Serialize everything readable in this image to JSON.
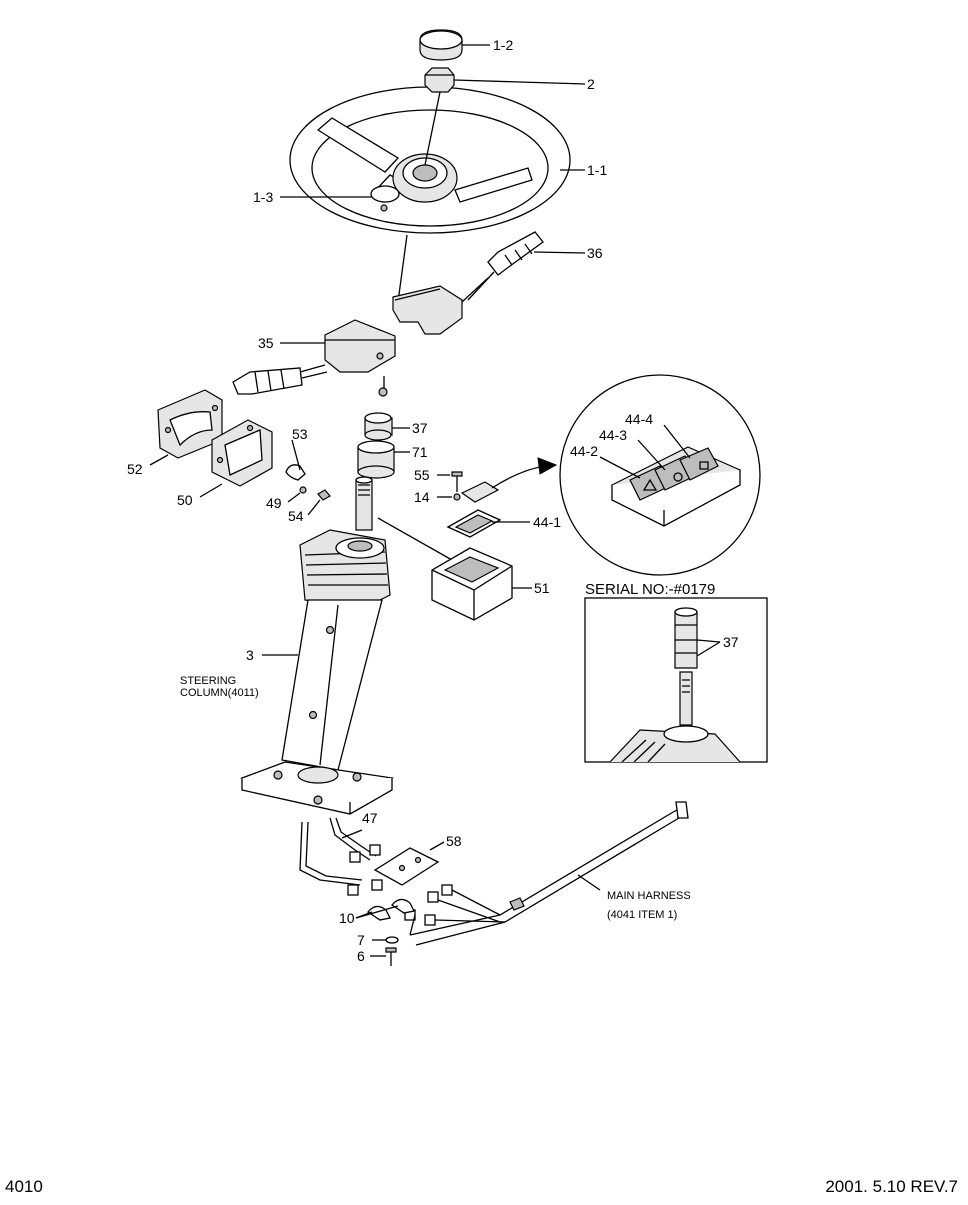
{
  "callouts": {
    "c_1_2": "1-2",
    "c_2": "2",
    "c_1_1": "1-1",
    "c_1_3": "1-3",
    "c_36": "36",
    "c_35": "35",
    "c_37": "37",
    "c_71": "71",
    "c_53": "53",
    "c_52": "52",
    "c_50": "50",
    "c_49": "49",
    "c_54": "54",
    "c_55": "55",
    "c_14": "14",
    "c_44_1": "44-1",
    "c_44_2": "44-2",
    "c_44_3": "44-3",
    "c_44_4": "44-4",
    "c_51": "51",
    "c_3": "3",
    "c_47": "47",
    "c_58": "58",
    "c_10": "10",
    "c_7": "7",
    "c_6": "6",
    "c_37_inset": "37"
  },
  "notes": {
    "steering_line1": "STEERING",
    "steering_line2": "COLUMN(4011)",
    "harness_line1": "MAIN HARNESS",
    "harness_line2": "(4041 ITEM 1)",
    "serial": "SERIAL NO:-#0179"
  },
  "footer": {
    "page_code": "4010",
    "revision": "2001. 5.10 REV.7"
  }
}
